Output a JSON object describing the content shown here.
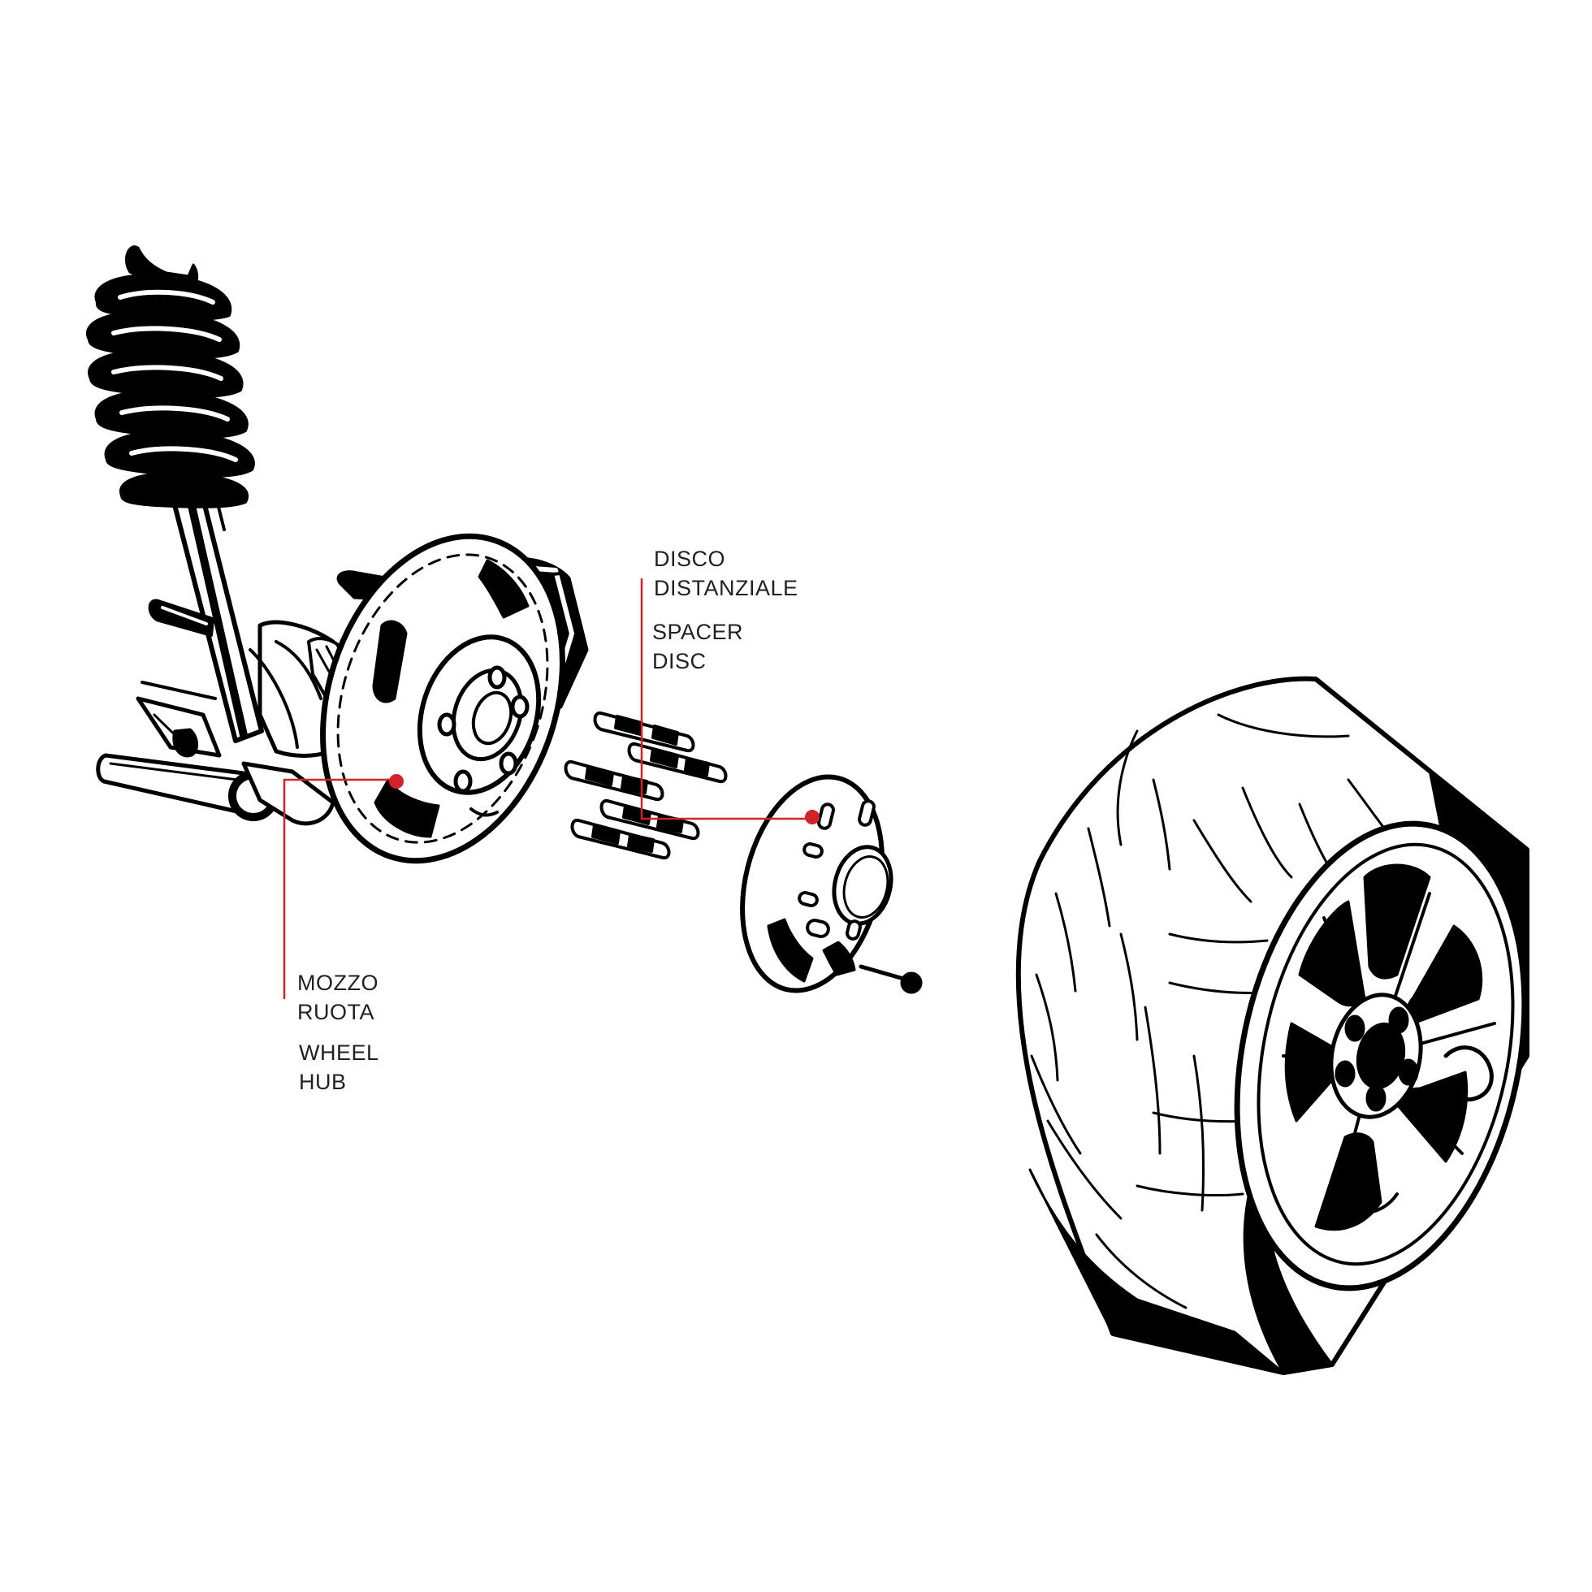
{
  "colors": {
    "ink": "#000000",
    "leader": "#d2232a",
    "text": "#231f20",
    "background": "#ffffff"
  },
  "labels": {
    "spacer_it": [
      "DISCO",
      "DISTANZIALE"
    ],
    "spacer_en": [
      "SPACER",
      "DISC"
    ],
    "hub_it": [
      "MOZZO",
      "RUOTA"
    ],
    "hub_en": [
      "WHEEL",
      "HUB"
    ]
  }
}
